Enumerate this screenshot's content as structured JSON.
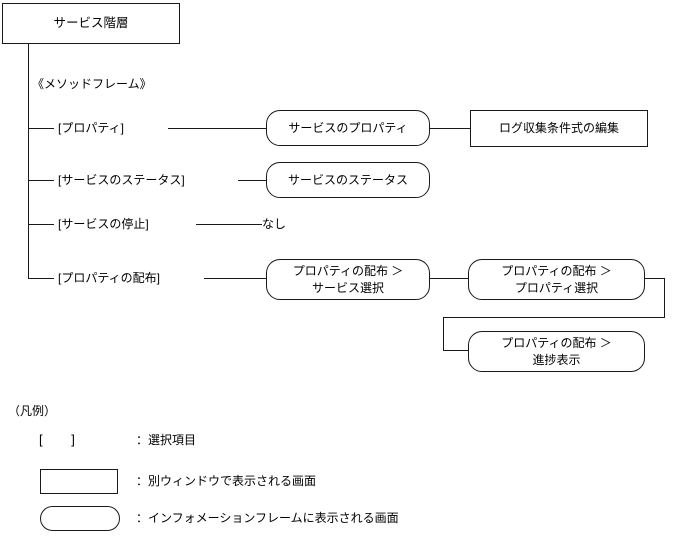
{
  "diagram": {
    "root": {
      "label": "サービス階層",
      "shape": "rect"
    },
    "frame_note": "《メソッドフレーム》",
    "branches": [
      {
        "label": "[プロパティ]"
      },
      {
        "label": "[サービスのステータス]"
      },
      {
        "label": "[サービスの停止]"
      },
      {
        "label": "[プロパティの配布]"
      }
    ],
    "none_label": "なし",
    "screens": {
      "service_property": "サービスのプロパティ",
      "log_condition_edit": "ログ収集条件式の編集",
      "service_status": "サービスのステータス",
      "distribute_select_service": "プロパティの配布 ＞\nサービス選択",
      "distribute_select_property": "プロパティの配布 ＞\nプロパティ選択",
      "distribute_progress": "プロパティの配布 ＞\n進捗表示"
    }
  },
  "legend": {
    "title": "（凡例）",
    "items": [
      {
        "symbol": "[      ]",
        "shape": "bracket",
        "text": "：選択項目"
      },
      {
        "symbol": "",
        "shape": "rect",
        "text": "：別ウィンドウで表示される画面"
      },
      {
        "symbol": "",
        "shape": "rounded",
        "text": "：インフォメーションフレームに表示される画面"
      }
    ]
  },
  "colors": {
    "line": "#1a1a1a",
    "text": "#000000",
    "background": "#ffffff"
  }
}
